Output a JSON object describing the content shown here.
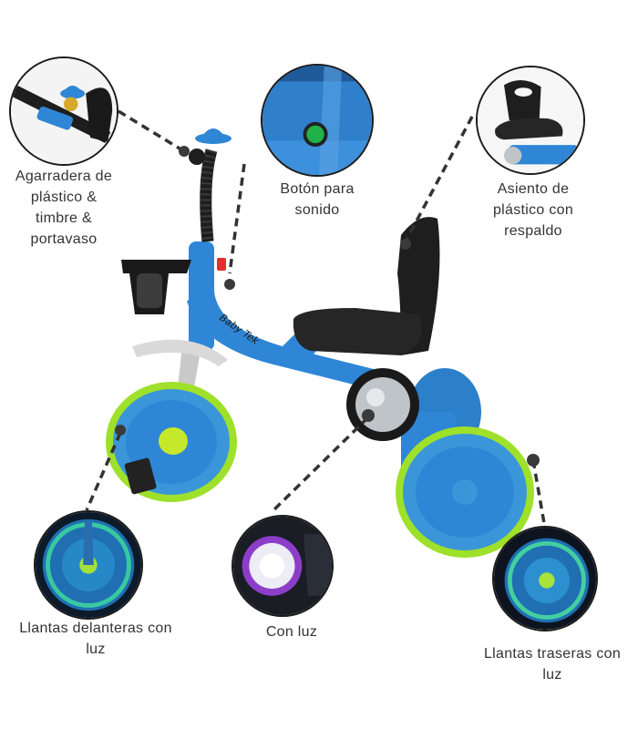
{
  "callouts": {
    "handlebar": {
      "lines": [
        "Agarradera de",
        "plástico &",
        "timbre &",
        "portavaso"
      ]
    },
    "button": {
      "lines": [
        "Botón para",
        "sonido"
      ]
    },
    "seat": {
      "lines": [
        "Asiento de",
        "plástico con",
        "respaldo"
      ]
    },
    "front_wheel": {
      "lines": [
        "Llantas delanteras con",
        "luz"
      ]
    },
    "light": {
      "lines": [
        "Con luz"
      ]
    },
    "rear_wheel": {
      "lines": [
        "Llantas traseras con",
        "luz"
      ]
    }
  },
  "product": {
    "brand_label": "Baby Tek",
    "frame_color": "#2f86d6",
    "wheel_color": "#3a96d8",
    "rim_color": "#9ee02a",
    "seat_color": "#1e1e1e"
  }
}
